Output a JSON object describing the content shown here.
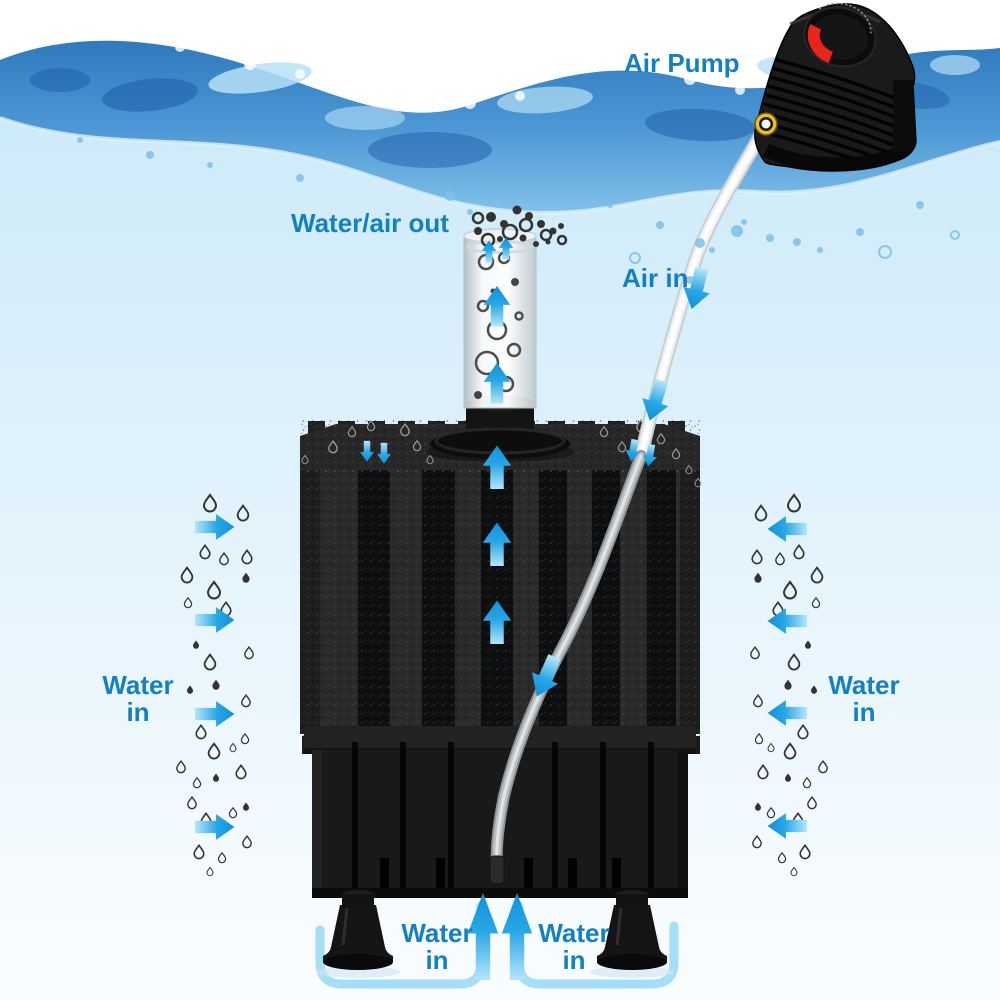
{
  "diagram": {
    "labels": {
      "air_pump": "Air Pump",
      "water_air_out": "Water/air out",
      "air_in": "Air in",
      "water_in_left": {
        "line1": "Water",
        "line2": "in"
      },
      "water_in_right": {
        "line1": "Water",
        "line2": "in"
      },
      "water_in_bottom_left": {
        "line1": "Water",
        "line2": "in"
      },
      "water_in_bottom_right": {
        "line1": "Water",
        "line2": "in"
      }
    },
    "colors": {
      "label_blue": "#1480c4",
      "arrow_blue": "#2aa7e6",
      "arrow_tail_blue": "#b5e6fa",
      "flow_outline_blue": "#a5def7",
      "wave_blue": "#4c97d4",
      "underwater_blue": "#c8e8f9",
      "pump_body_black": "#1a1a1a",
      "pump_dial_red": "#e7251c",
      "nozzle_yellow": "#e9bd2c",
      "sponge_black": "#2a2a2a",
      "tube_grey": "#bcc1c5"
    }
  }
}
